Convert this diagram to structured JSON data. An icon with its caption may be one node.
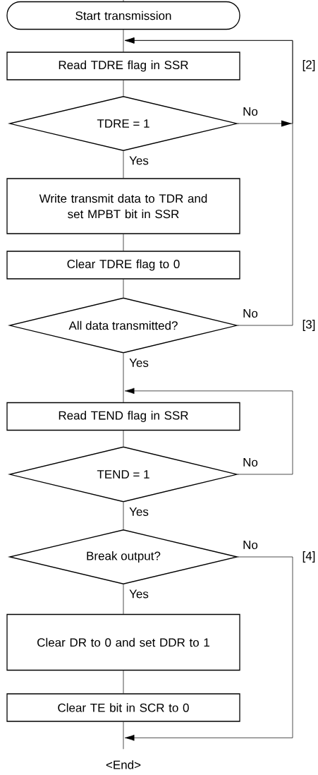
{
  "diagram": {
    "nodes": [
      {
        "text": [
          "Start transmission"
        ]
      },
      {
        "text": [
          "Read TDRE flag in SSR"
        ]
      },
      {
        "text": [
          "TDRE = 1"
        ]
      },
      {
        "text": [
          "Write transmit data to TDR and set MPBT bit in SSR"
        ]
      },
      {
        "text": [
          "Clear TDRE flag to 0"
        ]
      },
      {
        "text": [
          "All data transmitted?"
        ]
      },
      {
        "text": [
          "Read TEND flag in SSR"
        ]
      },
      {
        "text": [
          "TEND = 1"
        ]
      },
      {
        "text": [
          "Break output?"
        ]
      },
      {
        "text": [
          "Clear DR to 0 and set DDR to 1"
        ]
      },
      {
        "text": [
          "Clear TE bit in SCR to 0"
        ]
      },
      {
        "text": [
          "<End>"
        ]
      }
    ],
    "edges": [
      {
        "from": 0,
        "to": 1,
        "arrow": "none"
      },
      {
        "from": 1,
        "to": 2,
        "arrow": "none"
      },
      {
        "from": 2,
        "to": 3,
        "arrow": "none",
        "label": "Yes"
      },
      {
        "from": 3,
        "to": 4,
        "arrow": "none"
      },
      {
        "from": 4,
        "to": 5,
        "arrow": "none"
      },
      {
        "from": 5,
        "to": 6,
        "arrow": "none",
        "label": "Yes"
      },
      {
        "from": 6,
        "to": 7,
        "arrow": "none"
      },
      {
        "from": 7,
        "to": 8,
        "arrow": "none",
        "label": "Yes"
      },
      {
        "from": 8,
        "to": 9,
        "arrow": "none",
        "label": "Yes"
      },
      {
        "from": 9,
        "to": 10,
        "arrow": "none"
      },
      {
        "from": 10,
        "to": 11,
        "arrow": "none"
      },
      {
        "from": 2,
        "to": 1,
        "arrow": "to",
        "label": "No"
      },
      {
        "from": 5,
        "to": 1,
        "arrow": "to",
        "label": "No"
      },
      {
        "from": 7,
        "to": 6,
        "arrow": "to",
        "label": "No"
      },
      {
        "from": 8,
        "to": 11,
        "arrow": "to",
        "label": "No"
      }
    ],
    "labels": [
      "[2]",
      "[3]",
      "[4]"
    ]
  }
}
